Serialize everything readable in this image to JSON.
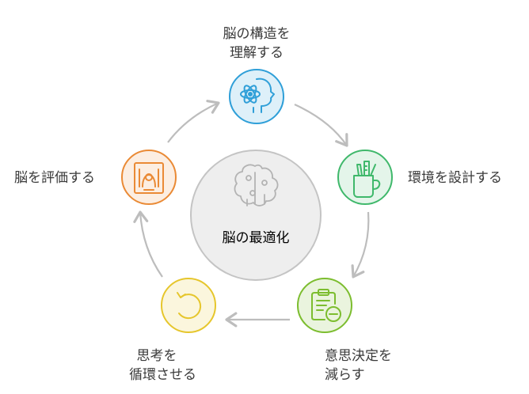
{
  "center": {
    "label": "脳の最適化",
    "icon": "brain-icon",
    "fill": "#eeeeee",
    "stroke": "#c4c4c4",
    "text_color": "#4a7fd0"
  },
  "steps": [
    {
      "id": "understand",
      "lines": [
        "脳の構造を",
        "理解する"
      ],
      "icon": "head-atom-icon",
      "color": "#2f9fd8",
      "fill": "#e3f3fb"
    },
    {
      "id": "environment",
      "lines": [
        "環境を設計する"
      ],
      "icon": "pencil-cup-icon",
      "color": "#3fb86b",
      "fill": "#e2f6e8"
    },
    {
      "id": "decisions",
      "lines": [
        "意思決定を",
        "減らす"
      ],
      "icon": "clipboard-minus-icon",
      "color": "#7cbd2f",
      "fill": "#eef7df"
    },
    {
      "id": "cycle",
      "lines": [
        "思考を",
        "循環させる"
      ],
      "icon": "rotate-arrow-icon",
      "color": "#e6c62c",
      "fill": "#fcf7d8"
    },
    {
      "id": "evaluate",
      "lines": [
        "脳を評価する"
      ],
      "icon": "brain-scanner-icon",
      "color": "#ea8a35",
      "fill": "#fdeedd"
    }
  ],
  "connector_color": "#bdbdbd"
}
